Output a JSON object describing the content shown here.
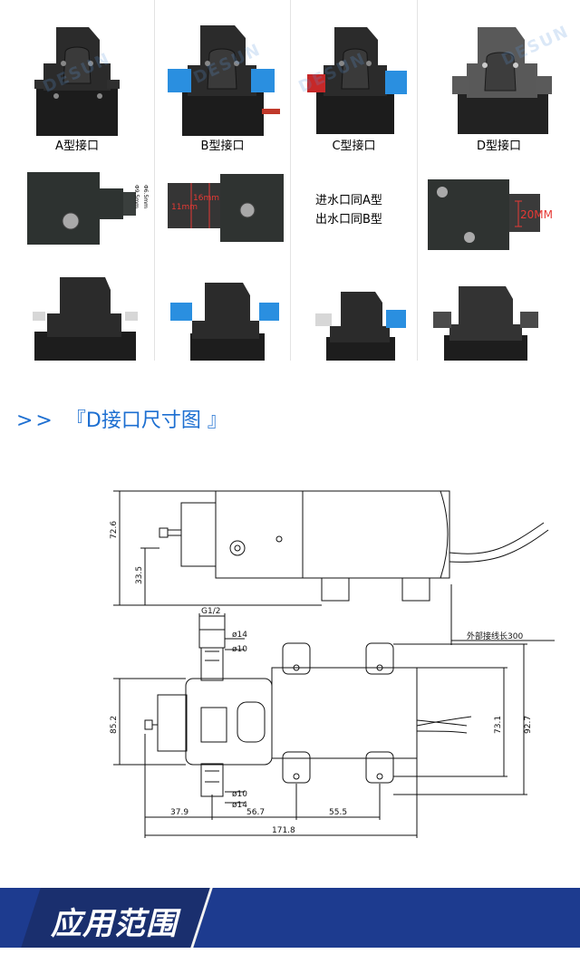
{
  "grid": {
    "captions": [
      "A型接口",
      "B型接口",
      "C型接口",
      "D型接口"
    ],
    "note_line1": "进水口同A型",
    "note_line2": "出水口同B型",
    "watermark": "DESUN",
    "measure_a": "Φ9.5mm",
    "measure_a2": "Φ6.5mm",
    "measure_b_outer": "16mm",
    "measure_b_inner": "11mm",
    "measure_d": "20MM"
  },
  "section": {
    "arrows": ">>",
    "title": "『D接口尺寸图 』"
  },
  "drawing": {
    "dim_72_6": "72.6",
    "dim_33_5": "33.5",
    "cable_note": "外部接线长300",
    "thread": "G1/2",
    "phi14_top": "ø14",
    "phi10_top": "ø10",
    "phi10_bottom": "ø10",
    "phi14_bottom": "ø14",
    "dim_85_2": "85.2",
    "dim_73_1": "73.1",
    "dim_92_7": "92.7",
    "dim_37_9": "37.9",
    "dim_56_7": "56.7",
    "dim_55_5": "55.5",
    "dim_171_8": "171.8"
  },
  "footer": {
    "title": "应用范围"
  }
}
